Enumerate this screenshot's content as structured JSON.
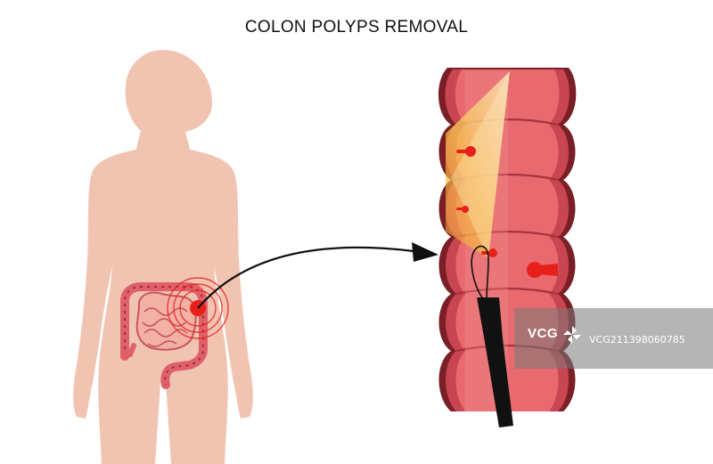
{
  "title": "COLON POLYPS REMOVAL",
  "colors": {
    "body_silhouette": "#f1c4b2",
    "colon_outer": "#7a1f26",
    "colon_wall": "#c94552",
    "colon_lumen": "#e86a6f",
    "colon_light": "#f08b8b",
    "polyp": "#e8201c",
    "light_beam": "#f7c24a",
    "endoscope": "#111111",
    "arrow": "#111111"
  },
  "icons": {
    "watermark_pinwheel": "pinwheel-icon"
  },
  "watermark": {
    "logo": "VCG",
    "id": "VCG211398060785"
  }
}
